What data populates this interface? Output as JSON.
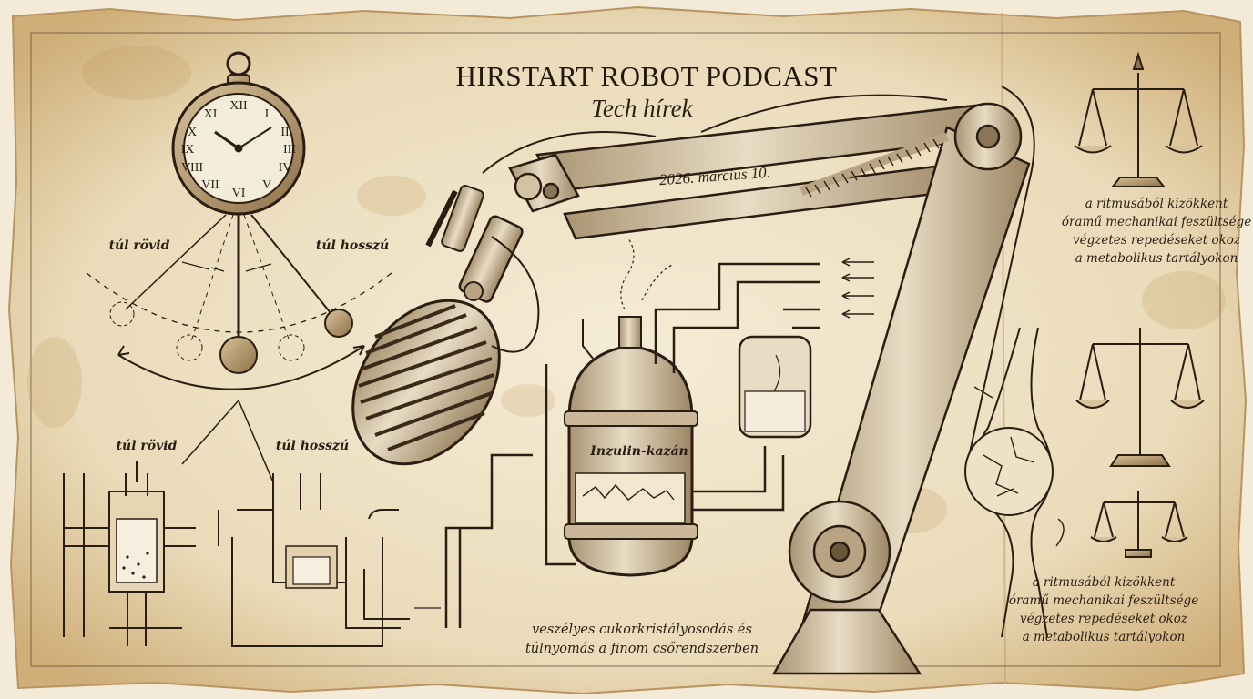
{
  "header": {
    "title": "HIRSTART ROBOT PODCAST",
    "subtitle": "Tech hírek",
    "date": "2026. március 10."
  },
  "pendulum": {
    "label_short": "túl rövid",
    "label_long": "túl hosszú"
  },
  "nozzles": {
    "label_short": "túl rövid",
    "label_long": "túl hosszú"
  },
  "boiler": {
    "label": "Inzulin-kazán",
    "caption_line1": "veszélyes cukorkristályosodás és",
    "caption_line2": "túlnyomás a finom csőrendszerben"
  },
  "notes": {
    "top": [
      "a ritmusából kizökkent",
      "óramű mechanikai feszültsége",
      "végzetes repedéseket okoz",
      "a metabolikus tartályokon"
    ],
    "bottom": [
      "a ritmusából kizökkent",
      "óramű mechanikai feszültsége",
      "végzetes repedéseket okoz",
      "a metabolikus tartályokon"
    ]
  },
  "colors": {
    "paper": "#efe3c8",
    "paper_edge": "#c8a874",
    "stain": "#b88a4a",
    "ink": "#2a1d12",
    "metal": "#cbb89a",
    "bronze": "#9a7a4f"
  },
  "icons": [
    "pocket-watch-icon",
    "microphone-icon",
    "robot-arm-icon",
    "boiler-tank-icon",
    "balance-scale-icon",
    "cracked-vessel-icon"
  ]
}
